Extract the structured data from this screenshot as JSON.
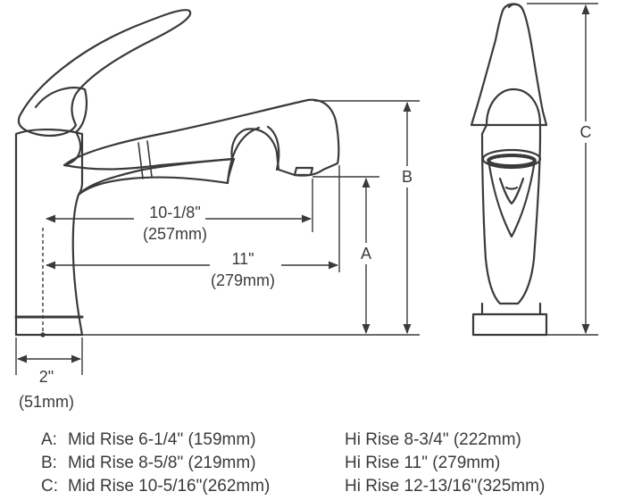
{
  "dimensions": {
    "spout_reach_short": {
      "imperial": "10-1/8\"",
      "metric": "(257mm)"
    },
    "spout_reach_long": {
      "imperial": "11\"",
      "metric": "(279mm)"
    },
    "base_width": {
      "imperial": "2\"",
      "metric": "(51mm)"
    },
    "label_a": "A",
    "label_b": "B",
    "label_c": "C"
  },
  "legend": [
    {
      "key": "A:",
      "mid": "Mid Rise 6-1/4\" (159mm)",
      "hi": "Hi Rise 8-3/4\" (222mm)"
    },
    {
      "key": "B:",
      "mid": "Mid Rise 8-5/8\" (219mm)",
      "hi": "Hi Rise 11\" (279mm)"
    },
    {
      "key": "C:",
      "mid": "Mid Rise 10-5/16\"(262mm)",
      "hi": "Hi Rise 12-13/16\"(325mm)"
    }
  ]
}
